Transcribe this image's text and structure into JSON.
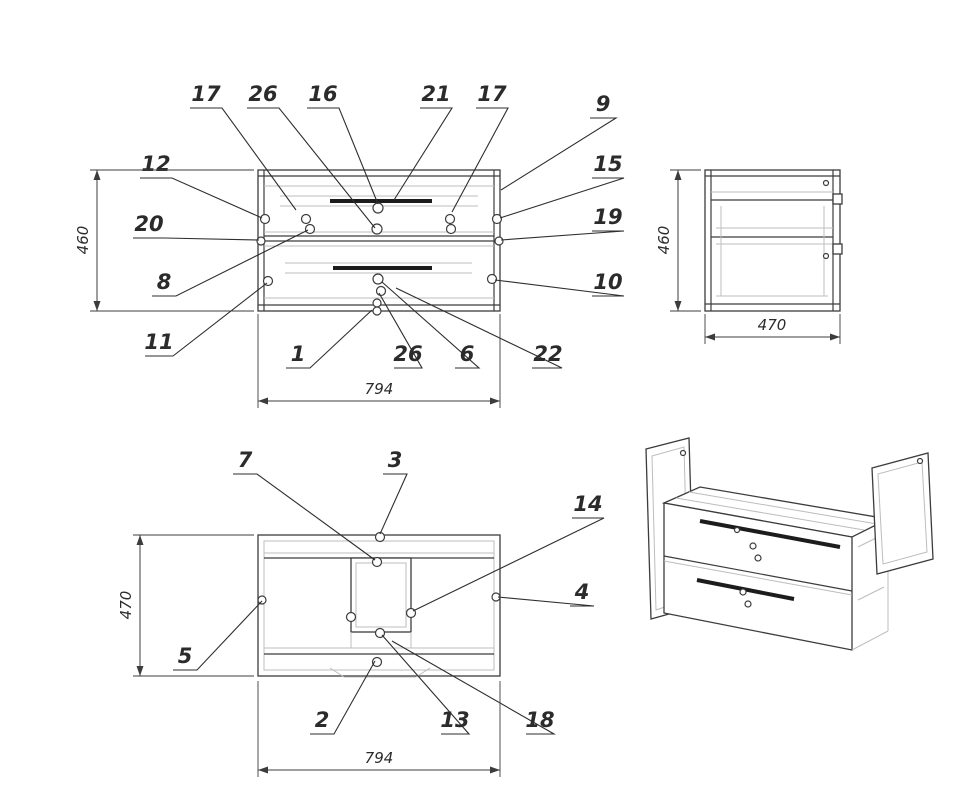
{
  "views": {
    "front": {
      "dims": {
        "height": "460",
        "width": "794"
      },
      "callouts": [
        "17",
        "26",
        "16",
        "21",
        "17",
        "9",
        "12",
        "15",
        "20",
        "19",
        "8",
        "10",
        "11",
        "1",
        "26",
        "6",
        "22"
      ]
    },
    "side": {
      "dims": {
        "height": "460",
        "depth": "470"
      }
    },
    "top": {
      "dims": {
        "depth": "470",
        "width": "794"
      },
      "callouts": [
        "7",
        "3",
        "14",
        "4",
        "5",
        "2",
        "13",
        "18"
      ]
    }
  }
}
